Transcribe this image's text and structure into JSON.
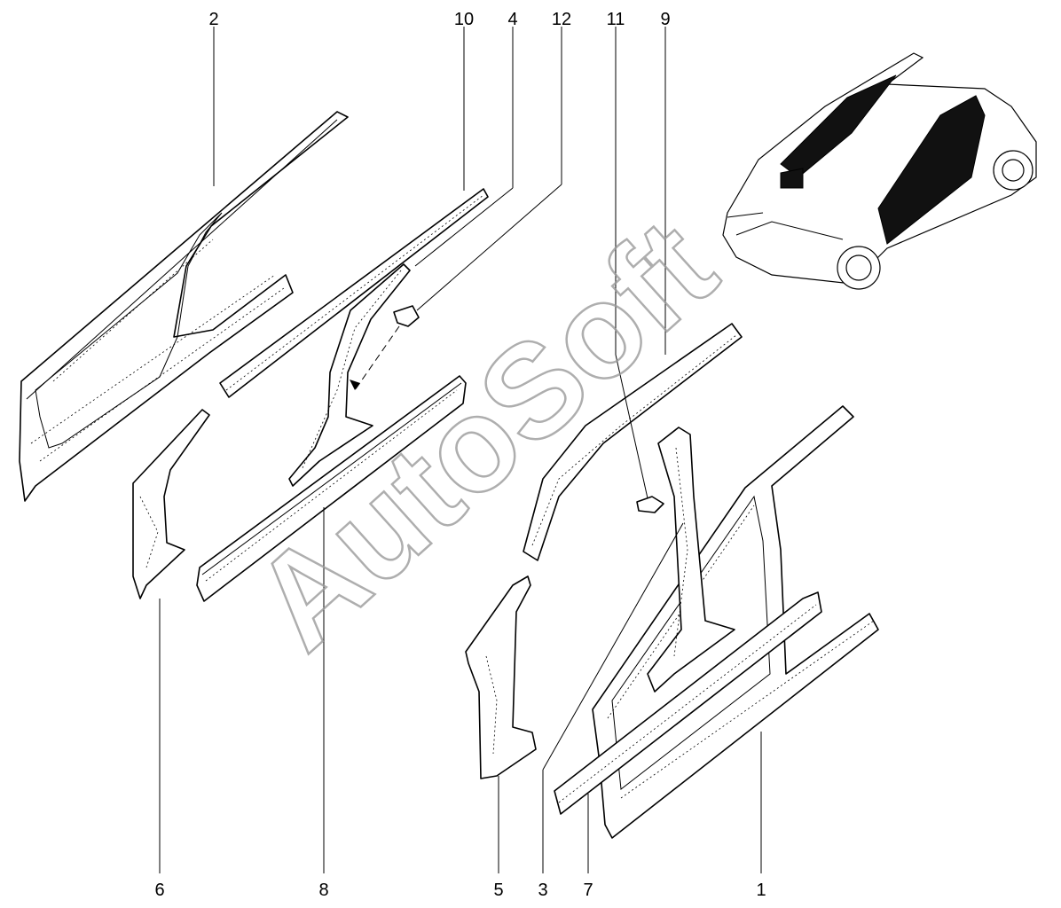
{
  "watermark": "AutoSoft",
  "callouts": [
    "1",
    "2",
    "3",
    "4",
    "5",
    "6",
    "7",
    "8",
    "9",
    "10",
    "11",
    "12"
  ],
  "icons": {
    "car": "car-body-illustration-icon"
  }
}
